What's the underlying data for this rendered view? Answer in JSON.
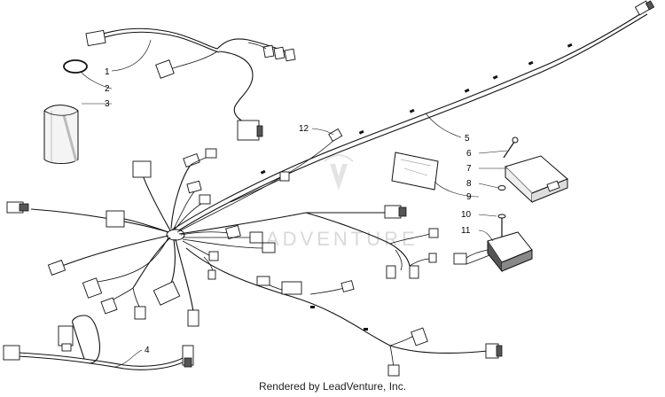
{
  "diagram": {
    "callouts": [
      {
        "id": "1",
        "label": "1"
      },
      {
        "id": "2",
        "label": "2"
      },
      {
        "id": "3",
        "label": "3"
      },
      {
        "id": "4",
        "label": "4"
      },
      {
        "id": "5",
        "label": "5"
      },
      {
        "id": "6",
        "label": "6"
      },
      {
        "id": "7",
        "label": "7"
      },
      {
        "id": "8",
        "label": "8"
      },
      {
        "id": "9",
        "label": "9"
      },
      {
        "id": "10",
        "label": "10"
      },
      {
        "id": "11",
        "label": "11"
      },
      {
        "id": "12",
        "label": "12"
      }
    ],
    "watermark": "ADVENTURE",
    "footer": "Rendered by LeadVenture, Inc."
  }
}
